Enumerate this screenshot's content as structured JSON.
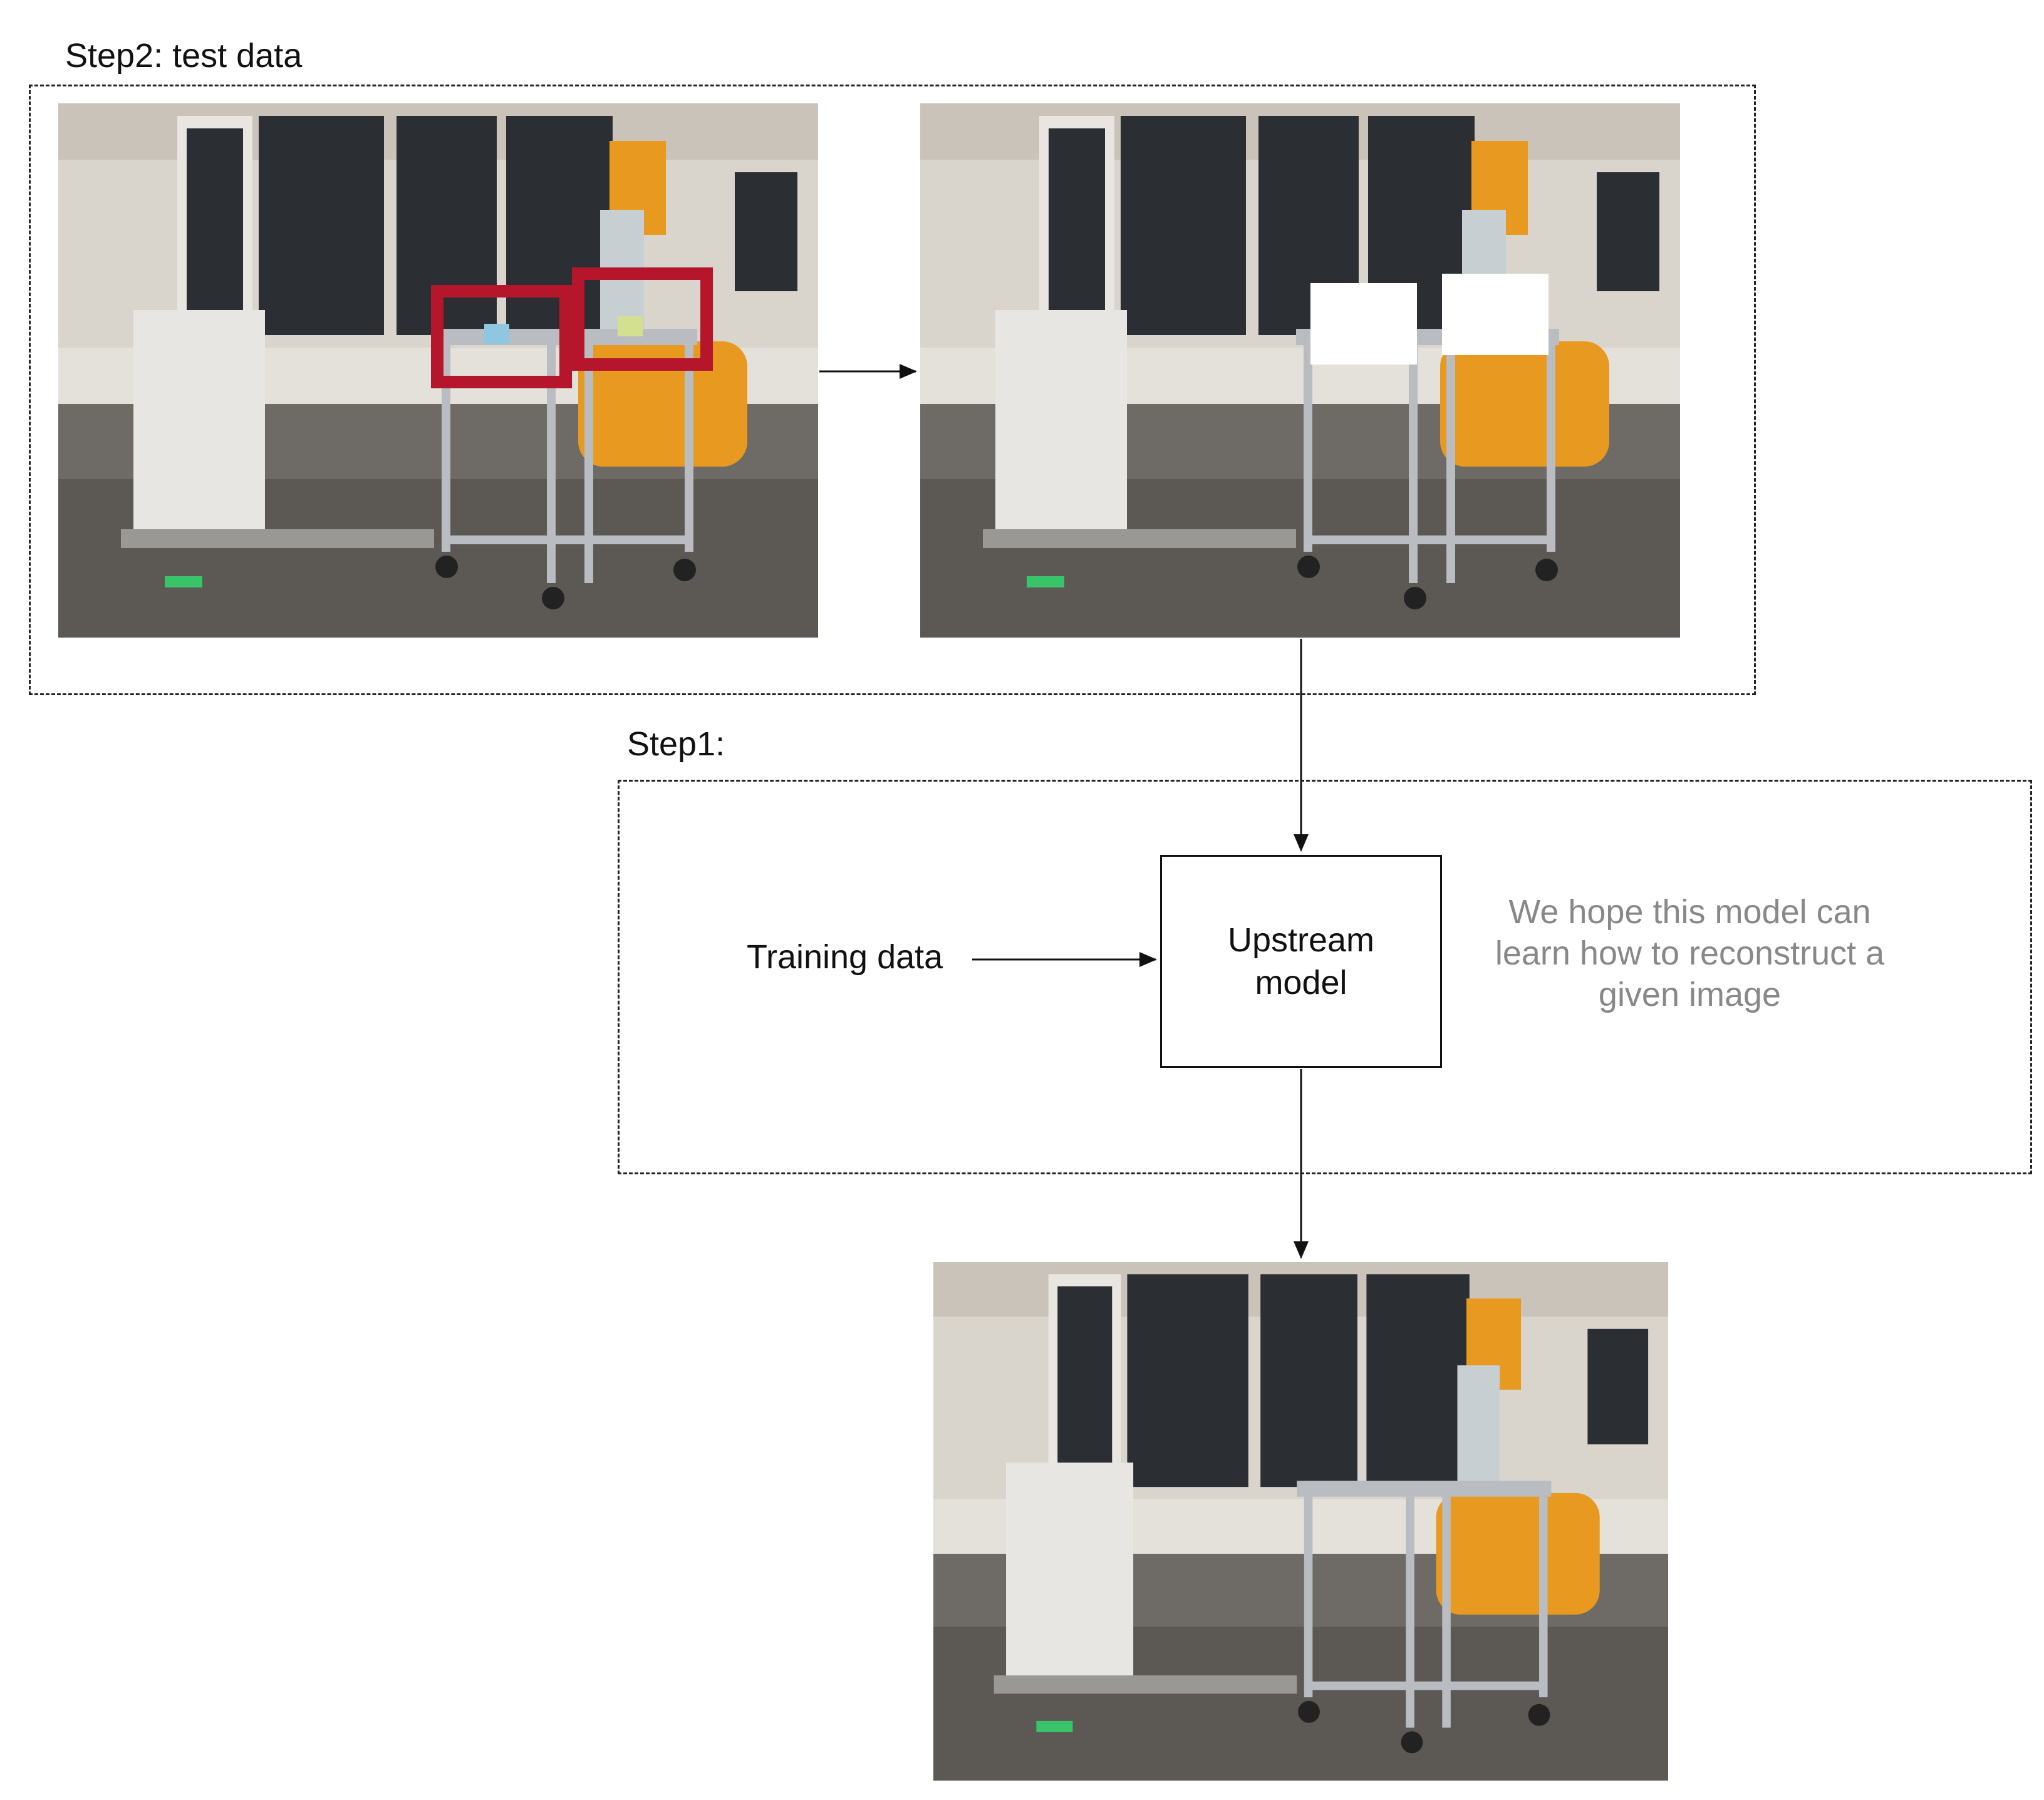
{
  "step2": {
    "label": "Step2: test data"
  },
  "step1": {
    "label": "Step1:"
  },
  "training": {
    "label": "Training data"
  },
  "model": {
    "line1": "Upstream",
    "line2": "model"
  },
  "note": {
    "line1": "We hope this model can",
    "line2": "learn how to reconstruct a",
    "line3": "given image"
  },
  "images": [
    {
      "name": "test-image-with-patches",
      "patch_style": "red-outlined-adversarial-patches"
    },
    {
      "name": "test-image-masked",
      "patch_style": "white-masked-patches"
    },
    {
      "name": "reconstructed-image",
      "patch_style": "none"
    }
  ],
  "colors": {
    "patch_outline": "#b5162b",
    "robot": "#e79a1f",
    "floor": "#6e6a66",
    "wall": "#d9d4cc",
    "window": "#2b2f33",
    "frame": "#b9bcc0"
  }
}
